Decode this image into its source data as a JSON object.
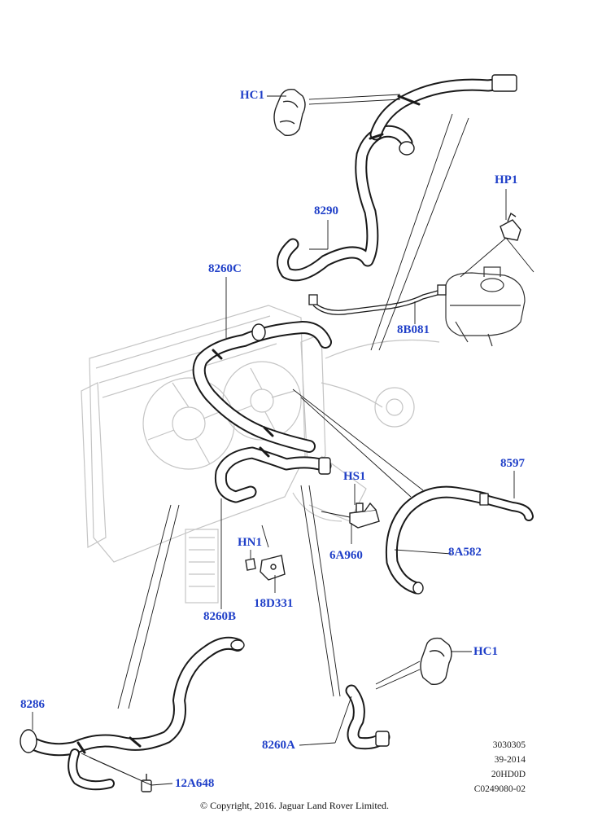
{
  "callouts": {
    "hc1_top": "HC1",
    "p8290": "8290",
    "hp1": "HP1",
    "p8260c": "8260C",
    "p8b081": "8B081",
    "p8597": "8597",
    "hs1": "HS1",
    "p8a582": "8A582",
    "p6a960": "6A960",
    "hn1": "HN1",
    "p18d331": "18D331",
    "p8260b": "8260B",
    "hc1_bottom": "HC1",
    "p8286": "8286",
    "p8260a": "8260A",
    "p12a648": "12A648"
  },
  "reference": {
    "line1": "3030305",
    "line2": "39-2014",
    "line3": "20HD0D",
    "line4": "C0249080-02"
  },
  "copyright": "© Copyright, 2016. Jaguar Land Rover Limited.",
  "colors": {
    "callout": "#1f3fc8",
    "hose": "#1a1a1a",
    "ghost": "#c4c4c4"
  }
}
